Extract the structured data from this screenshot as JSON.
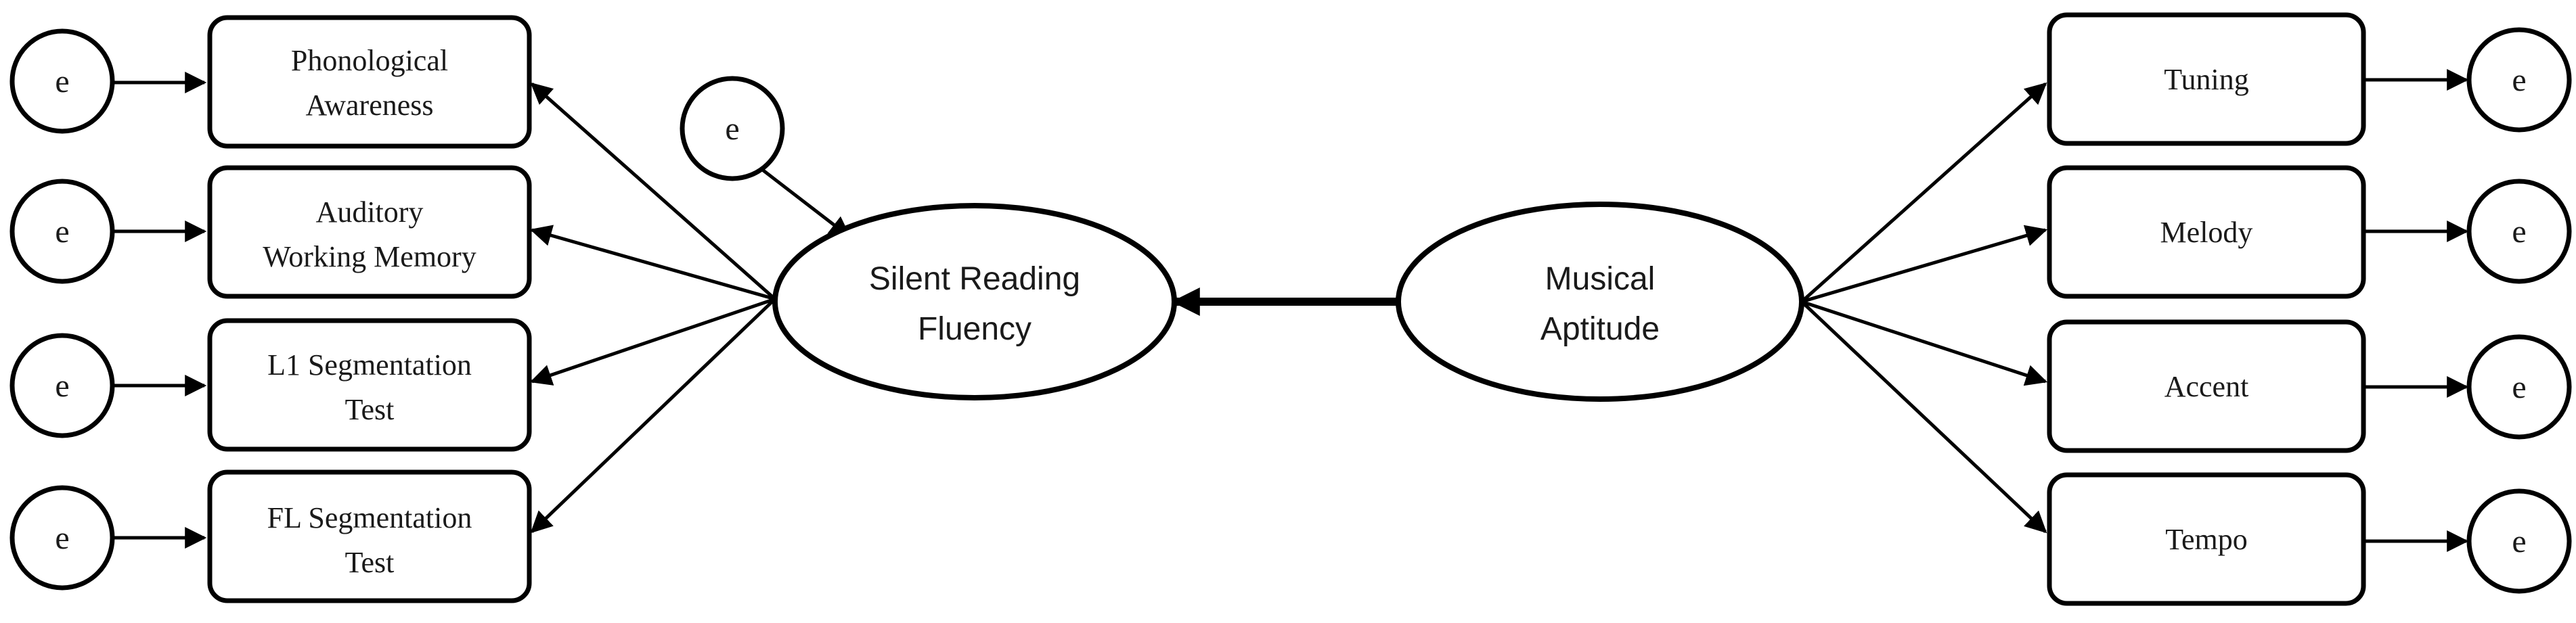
{
  "latent": {
    "reading": {
      "line1": "Silent Reading",
      "line2": "Fluency"
    },
    "music": {
      "line1": "Musical",
      "line2": "Aptitude"
    }
  },
  "indicators_left": [
    {
      "line1": "Phonological",
      "line2": "Awareness"
    },
    {
      "line1": "Auditory",
      "line2": "Working Memory"
    },
    {
      "line1": "L1 Segmentation",
      "line2": "Test"
    },
    {
      "line1": "FL Segmentation",
      "line2": "Test"
    }
  ],
  "indicators_right": [
    {
      "label": "Tuning"
    },
    {
      "label": "Melody"
    },
    {
      "label": "Accent"
    },
    {
      "label": "Tempo"
    }
  ],
  "error_label": "e"
}
